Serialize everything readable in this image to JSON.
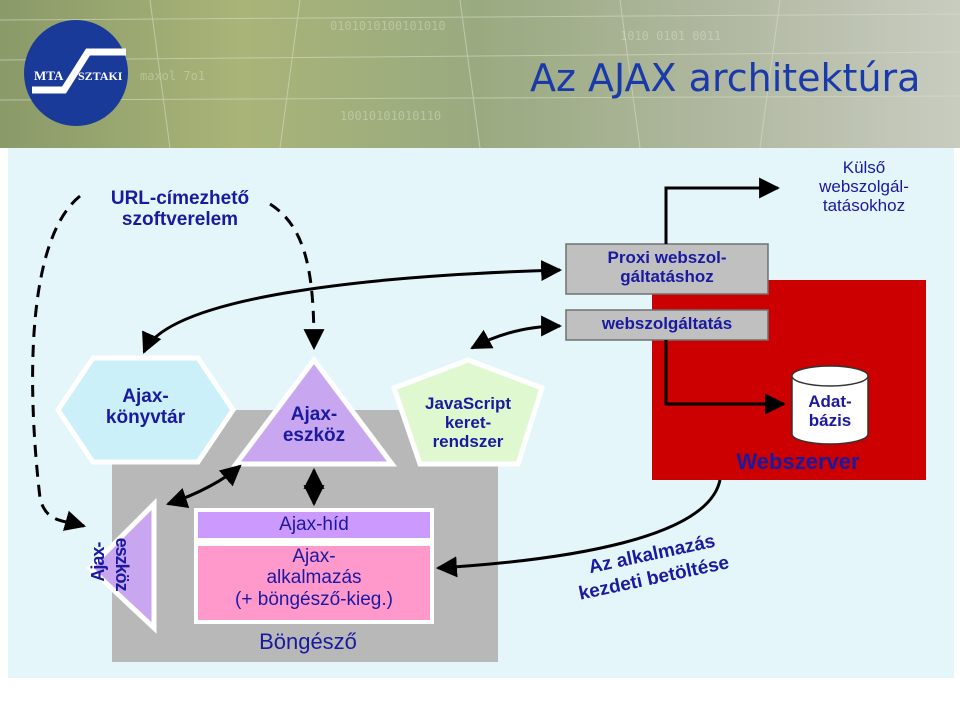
{
  "header": {
    "title": "Az AJAX architektúra",
    "logo_left": "MTA",
    "logo_right": "SZTAKI"
  },
  "colors": {
    "title": "#1a3aaa",
    "label_text": "#1a1aa0",
    "content_bg": "#e4f6fa",
    "webserver_red": "#cc0000",
    "browser_gray": "#b8b8b8",
    "hexagon_fill": "#ccf0fa",
    "triangle_fill": "#c8a6f0",
    "pentagon_fill": "#e0f8d0",
    "bridge_fill": "#cc99ff",
    "app_fill": "#ff99cc",
    "proxy_fill": "#c0c0c0"
  },
  "nodes": {
    "url_label": "URL-címezhető\nszoftverelem",
    "external_label": "Külső\nwebszolgál-\ntatásokhoz",
    "proxy_label": "Proxi webszol-\ngáltatáshoz",
    "webservice_label": "webszolgáltatás",
    "library_label": "Ajax-\nkönyvtár",
    "tool_label": "Ajax-\neszköz",
    "framework_label": "JavaScript\nkeret-\nrendszer",
    "database_label": "Adat-\nbázis",
    "webserver_label": "Webszerver",
    "side_tool_label_1": "Ajax-",
    "side_tool_label_2": "eszköz",
    "bridge_label": "Ajax-híd",
    "app_label": "Ajax-\nalkalmazás\n(+ böngésző-kieg.)",
    "browser_label": "Böngésző",
    "initial_load_1": "Az alkalmazás",
    "initial_load_2": "kezdeti betöltése"
  }
}
